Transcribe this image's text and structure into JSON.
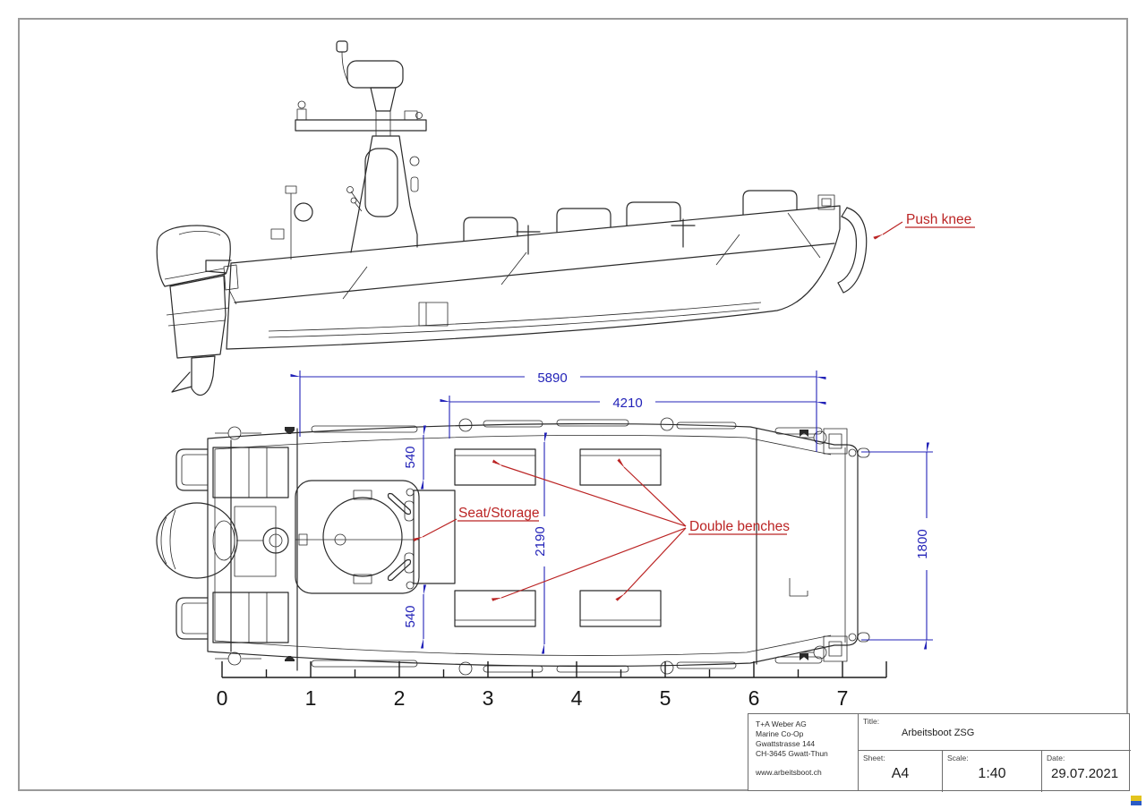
{
  "annotations": {
    "push_knee": "Push knee",
    "seat_storage": "Seat/Storage",
    "double_benches": "Double benches"
  },
  "dimensions": {
    "overall_length": "5890",
    "cockpit_length": "4210",
    "bench_offset_top": "540",
    "bench_offset_bottom": "540",
    "bench_span": "2190",
    "bow_width": "1800"
  },
  "ruler": {
    "labels": [
      "0",
      "1",
      "2",
      "3",
      "4",
      "5",
      "6",
      "7"
    ]
  },
  "title_block": {
    "company_lines": [
      "T+A Weber AG",
      "Marine Co-Op",
      "Gwattstrasse 144",
      "CH-3645 Gwatt-Thun"
    ],
    "website": "www.arbeitsboot.ch",
    "title_label": "Title:",
    "title": "Arbeitsboot ZSG",
    "sheet_label": "Sheet:",
    "sheet": "A4",
    "scale_label": "Scale:",
    "scale": "1:40",
    "date_label": "Date:",
    "date": "29.07.2021"
  },
  "colors": {
    "dimension_blue": "#2323b8",
    "annotation_red": "#bb2424",
    "line_dark": "#2a2a2a",
    "frame_gray": "#9a9a9a",
    "logo_yellow": "#e3c41e",
    "logo_blue": "#2a5bc7"
  }
}
